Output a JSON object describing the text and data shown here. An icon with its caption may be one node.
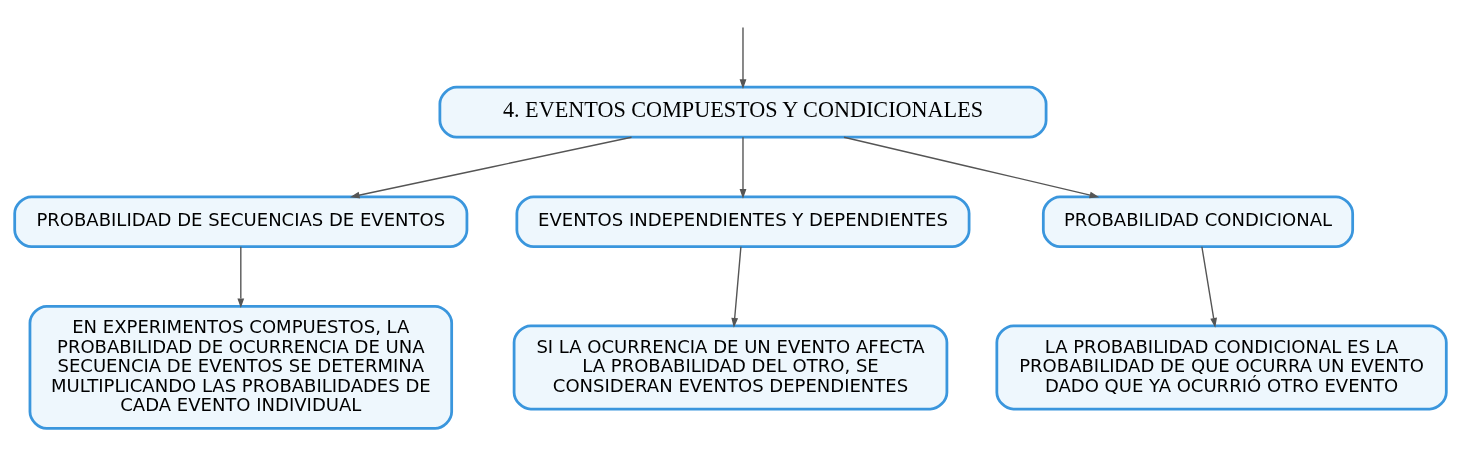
{
  "diagram": {
    "nodes": [
      {
        "text": [
          "4. EVENTOS COMPUESTOS Y CONDICIONALES"
        ]
      },
      {
        "text": [
          "PROBABILIDAD DE SECUENCIAS DE EVENTOS"
        ]
      },
      {
        "text": [
          "EVENTOS INDEPENDIENTES Y DEPENDIENTES"
        ]
      },
      {
        "text": [
          "PROBABILIDAD CONDICIONAL"
        ]
      },
      {
        "text": [
          "EN EXPERIMENTOS COMPUESTOS, LA PROBABILIDAD DE OCURRENCIA DE UNA SECUENCIA DE EVENTOS SE DETERMINA MULTIPLICANDO LAS PROBABILIDADES DE CADA EVENTO INDIVIDUAL"
        ]
      },
      {
        "text": [
          "SI LA OCURRENCIA DE UN EVENTO AFECTA LA PROBABILIDAD DEL OTRO, SE CONSIDERAN EVENTOS DEPENDIENTES"
        ]
      },
      {
        "text": [
          "LA PROBABILIDAD CONDICIONAL ES LA PROBABILIDAD DE QUE OCURRA UN EVENTO DADO QUE YA OCURRIÓ OTRO EVENTO"
        ]
      }
    ],
    "edges": [
      {
        "from": null,
        "to": 0,
        "arrow": "to"
      },
      {
        "from": 0,
        "to": 1,
        "arrow": "to"
      },
      {
        "from": 0,
        "to": 2,
        "arrow": "to"
      },
      {
        "from": 0,
        "to": 3,
        "arrow": "to"
      },
      {
        "from": 1,
        "to": 4,
        "arrow": "to"
      },
      {
        "from": 2,
        "to": 5,
        "arrow": "to"
      },
      {
        "from": 3,
        "to": 6,
        "arrow": "to"
      }
    ]
  }
}
